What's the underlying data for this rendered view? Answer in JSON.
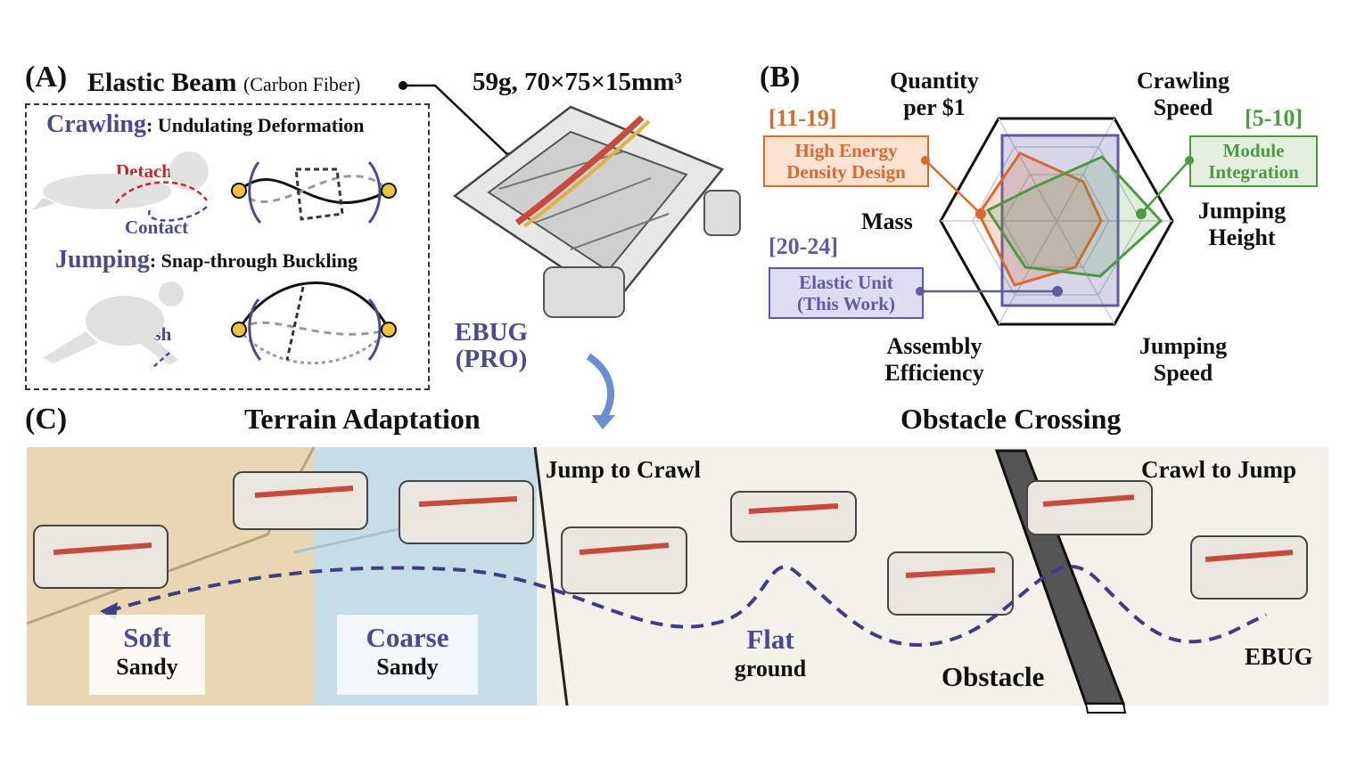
{
  "panel_a": {
    "letter": "(A)",
    "beam_title": "Elastic Beam",
    "beam_sub": "(Carbon Fiber)",
    "spec": "59g, 70×75×15mm³",
    "crawling_title": "Crawling",
    "crawling_desc": ": Undulating Deformation",
    "detach": "Detach",
    "contact": "Contact",
    "jumping_title": "Jumping",
    "jumping_desc": ": Snap-through Buckling",
    "push": "Push",
    "robot_name_1": "EBUG",
    "robot_name_2": "(PRO)"
  },
  "panel_b": {
    "letter": "(B)",
    "axes": [
      {
        "line1": "Quantity",
        "line2": "per $1"
      },
      {
        "line1": "Crawling",
        "line2": "Speed"
      },
      {
        "line1": "Jumping",
        "line2": "Height"
      },
      {
        "line1": "Jumping",
        "line2": "Speed"
      },
      {
        "line1": "Assembly",
        "line2": "Efficiency"
      },
      {
        "line1": "Mass",
        "line2": ""
      }
    ],
    "ref_orange": "[11-19]",
    "box_orange_1": "High Energy",
    "box_orange_2": "Density Design",
    "ref_green": "[5-10]",
    "box_green_1": "Module",
    "box_green_2": "Integration",
    "ref_purple": "[20-24]",
    "box_purple_1": "Elastic Unit",
    "box_purple_2": "(This Work)",
    "colors": {
      "orange": "#d9692c",
      "green": "#4d9a43",
      "purple": "#5e5aa6"
    }
  },
  "panel_c": {
    "letter": "(C)",
    "terrain_title": "Terrain Adaptation",
    "obstacle_title": "Obstacle Crossing",
    "jump_to_crawl": "Jump to Crawl",
    "crawl_to_jump": "Crawl to Jump",
    "soft": "Soft",
    "soft_sub": "Sandy",
    "coarse": "Coarse",
    "coarse_sub": "Sandy",
    "flat": "Flat",
    "flat_sub": "ground",
    "obstacle": "Obstacle",
    "ebug": "EBUG"
  }
}
